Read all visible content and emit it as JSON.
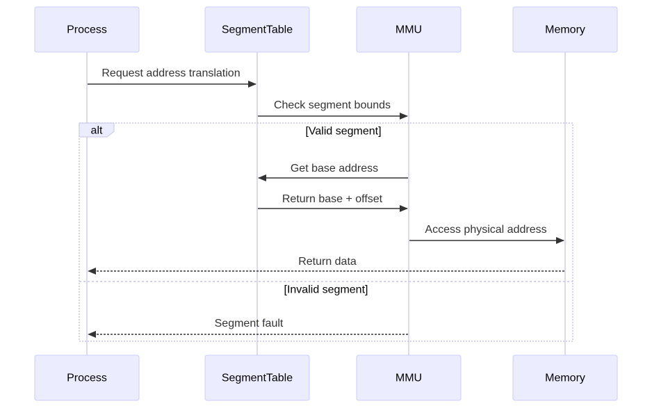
{
  "participants": [
    {
      "id": "process",
      "label": "Process"
    },
    {
      "id": "segmenttable",
      "label": "SegmentTable"
    },
    {
      "id": "mmu",
      "label": "MMU"
    },
    {
      "id": "memory",
      "label": "Memory"
    }
  ],
  "messages": [
    {
      "from": "process",
      "to": "segmenttable",
      "label": "Request address translation",
      "style": "solid"
    },
    {
      "from": "segmenttable",
      "to": "mmu",
      "label": "Check segment bounds",
      "style": "solid"
    },
    {
      "from": "mmu",
      "to": "segmenttable",
      "label": "Get base address",
      "style": "solid"
    },
    {
      "from": "segmenttable",
      "to": "mmu",
      "label": "Return base + offset",
      "style": "solid"
    },
    {
      "from": "mmu",
      "to": "memory",
      "label": "Access physical address",
      "style": "solid"
    },
    {
      "from": "memory",
      "to": "process",
      "label": "Return data",
      "style": "dotted"
    },
    {
      "from": "mmu",
      "to": "process",
      "label": "Segment fault",
      "style": "dotted"
    }
  ],
  "fragment": {
    "type": "alt",
    "sections": [
      {
        "condition": "[Valid segment]"
      },
      {
        "condition": "[Invalid segment]"
      }
    ]
  },
  "colors": {
    "actor_fill": "#ececff",
    "actor_border": "#ccccff",
    "lifeline": "#d0cde8",
    "arrow": "#333333",
    "fragment_border": "#c9c6e6"
  }
}
